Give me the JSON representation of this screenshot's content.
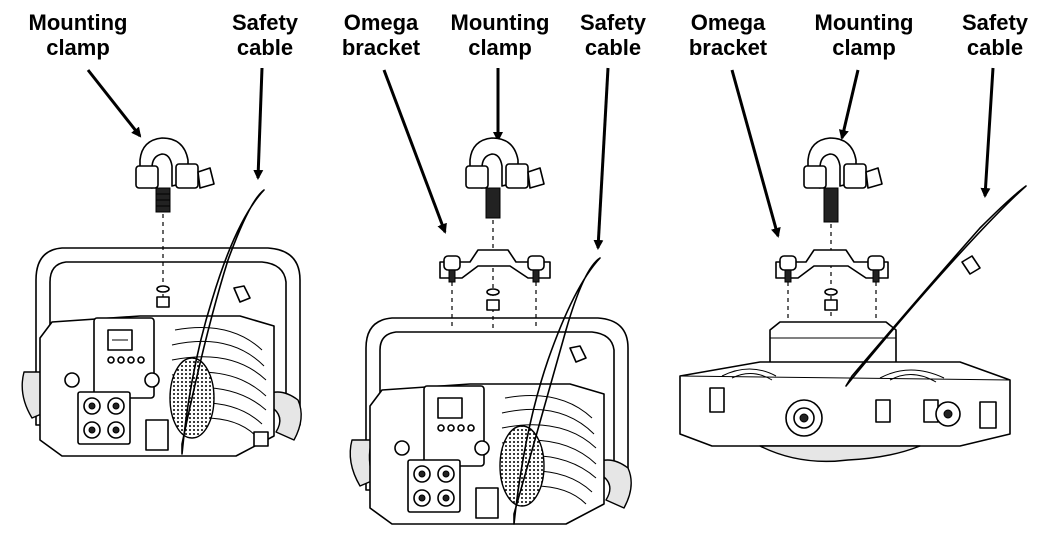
{
  "labels": {
    "p1_clamp": [
      "Mounting",
      "clamp"
    ],
    "p1_cable": [
      "Safety",
      "cable"
    ],
    "p2_omega": [
      "Omega",
      "bracket"
    ],
    "p2_clamp": [
      "Mounting",
      "clamp"
    ],
    "p2_cable": [
      "Safety",
      "cable"
    ],
    "p3_omega": [
      "Omega",
      "bracket"
    ],
    "p3_clamp": [
      "Mounting",
      "clamp"
    ],
    "p3_cable": [
      "Safety",
      "cable"
    ]
  }
}
